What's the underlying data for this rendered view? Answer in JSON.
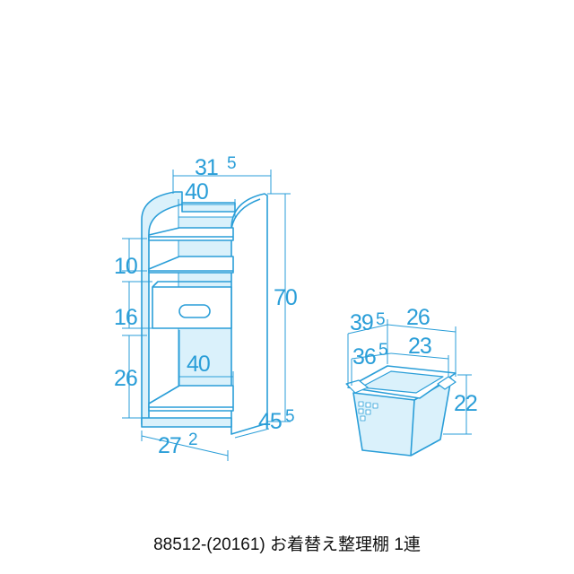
{
  "colors": {
    "line": "#2a9ed8",
    "shelf_fill": "#daf1fb",
    "body_fill": "#ffffff",
    "text": "#111111"
  },
  "shelf": {
    "dims": {
      "width": "31",
      "width_frac": "5",
      "inner_top": "40",
      "height": "70",
      "depth": "45",
      "depth_frac": "5",
      "base_width": "27",
      "base_width_frac": "2",
      "top_section": "10",
      "drawer_section": "16",
      "bottom_section": "26",
      "inner_bottom": "40"
    }
  },
  "basket": {
    "dims": {
      "outer_depth": "39",
      "outer_depth_frac": "5",
      "outer_width": "26",
      "inner_depth": "36",
      "inner_depth_frac": "5",
      "inner_width": "23",
      "height": "22"
    }
  },
  "caption": "88512-(20161) お着替え整理棚 1連"
}
